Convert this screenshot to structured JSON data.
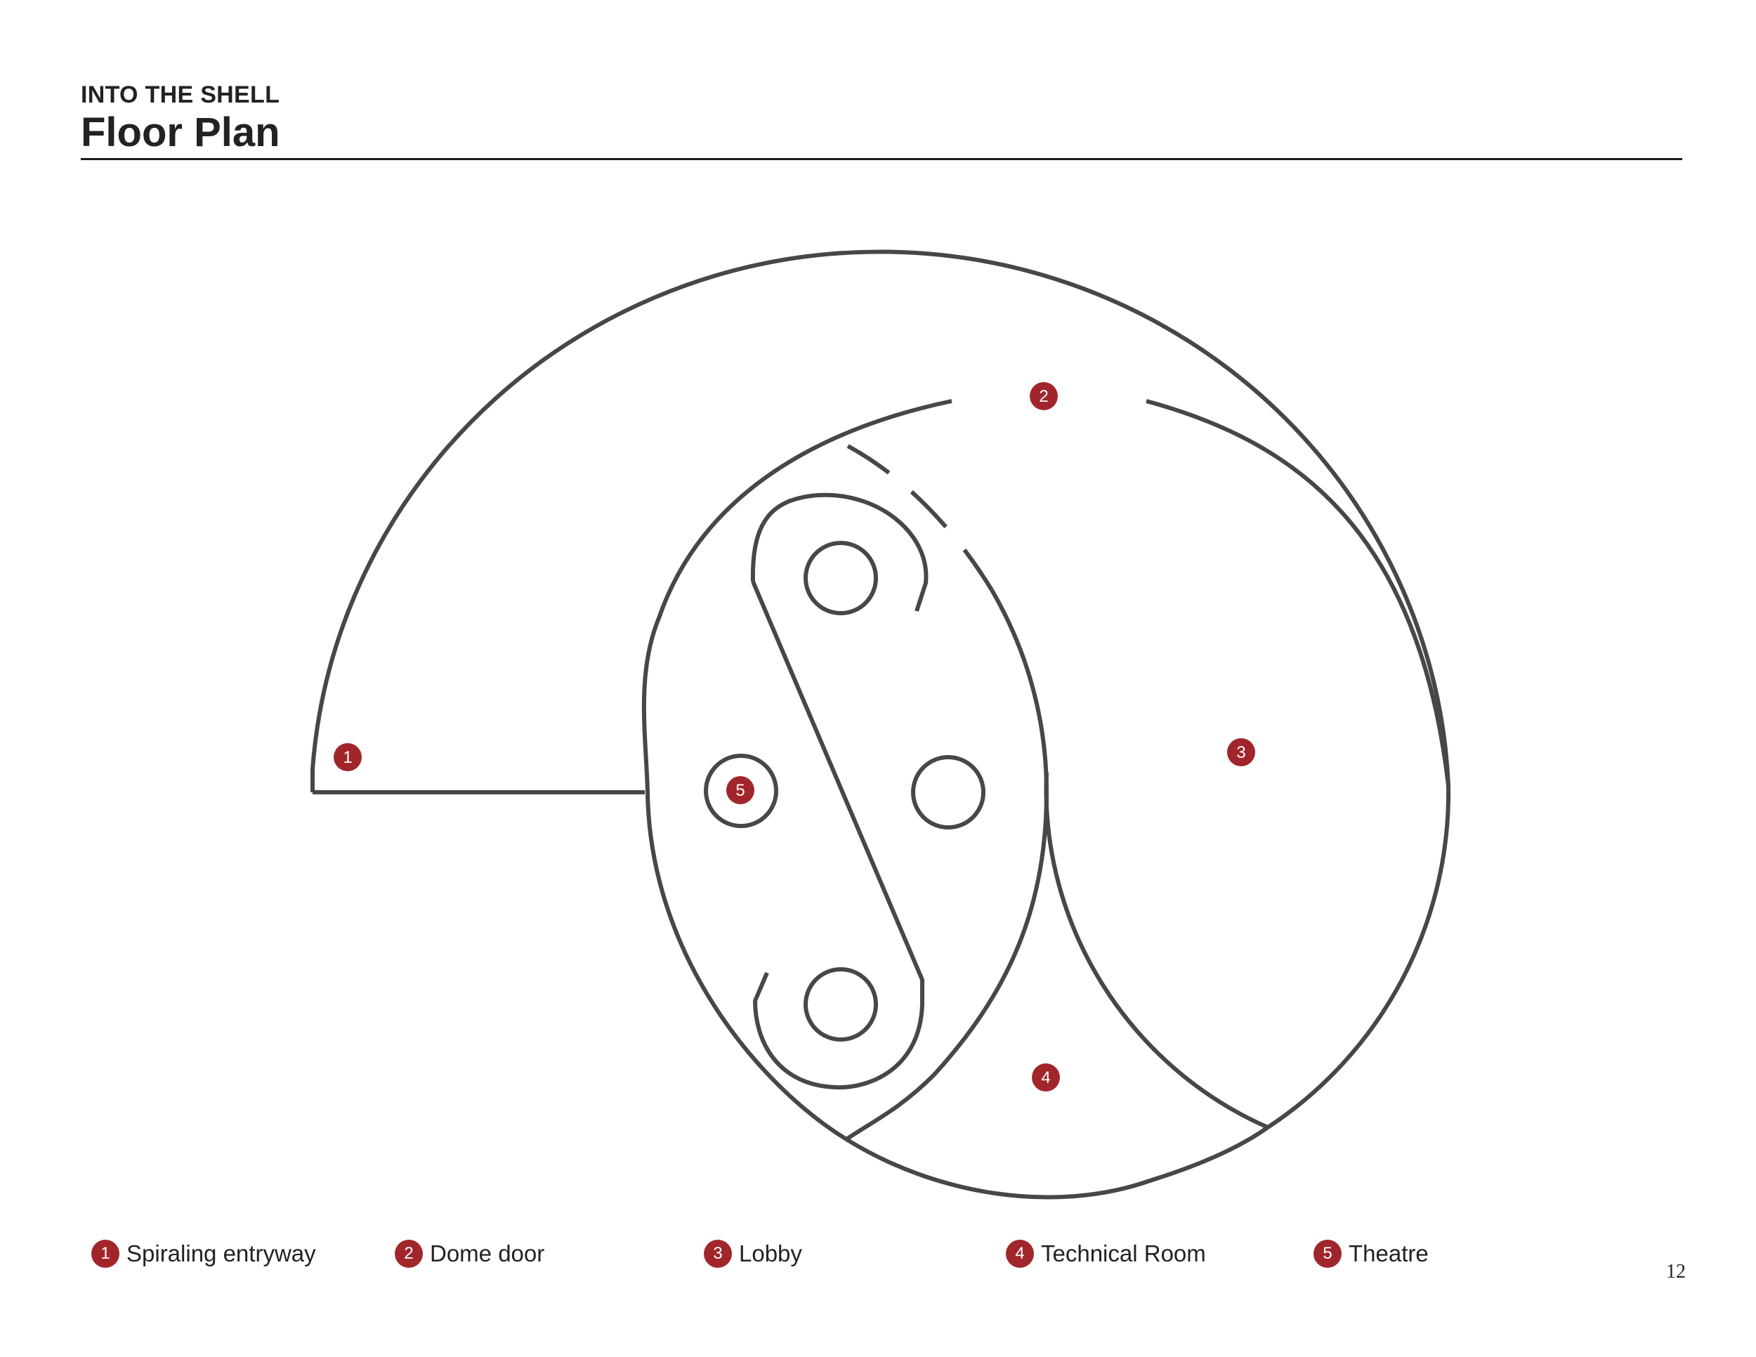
{
  "header": {
    "kicker": "INTO THE SHELL",
    "title": "Floor Plan"
  },
  "colors": {
    "accent": "#a0262c",
    "line": "#474747",
    "text": "#222222"
  },
  "markers": [
    {
      "number": "1",
      "label": "Spiraling entryway"
    },
    {
      "number": "2",
      "label": "Dome door"
    },
    {
      "number": "3",
      "label": "Lobby"
    },
    {
      "number": "4",
      "label": "Technical Room"
    },
    {
      "number": "5",
      "label": "Theatre"
    }
  ],
  "page_number": "12"
}
